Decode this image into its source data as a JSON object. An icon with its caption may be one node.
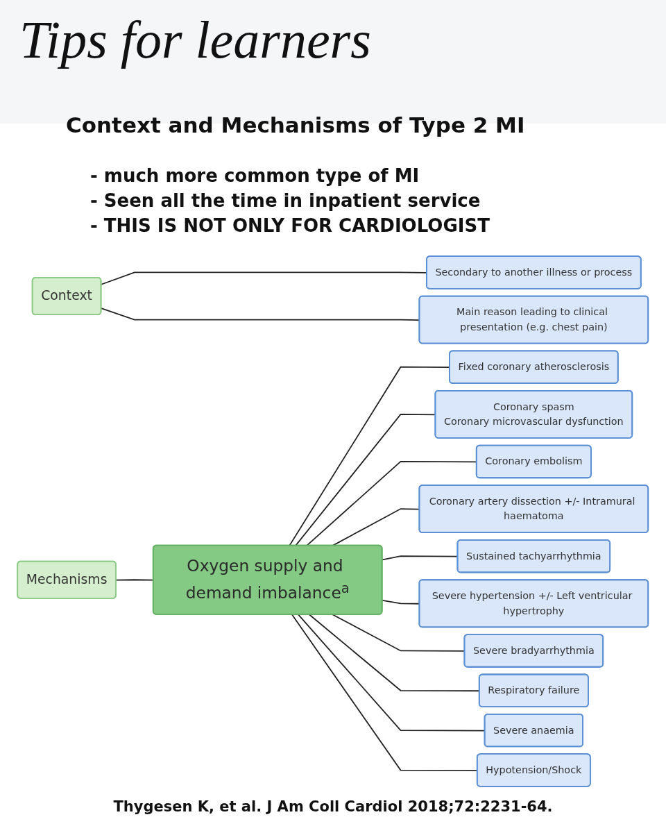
{
  "diagram": {
    "title": "Context and Mechanisms of Type 2 MI",
    "nodes": [
      {
        "text": [
          "Context"
        ]
      },
      {
        "text": [
          "Secondary to another illness or process"
        ]
      },
      {
        "text": [
          "Main reason leading to clinical presentation (e.g. chest pain)"
        ]
      },
      {
        "text": [
          "Mechanisms"
        ]
      },
      {
        "text": [
          "Oxygen supply and demand imbalance$^{a}$"
        ]
      },
      {
        "text": [
          "Fixed coronary atherosclerosis"
        ]
      },
      {
        "text": [
          "Coronary spasm",
          "Coronary microvascular dysfunction"
        ]
      },
      {
        "text": [
          "Coronary embolism"
        ]
      },
      {
        "text": [
          "Coronary artery dissection +/- Intramural haematoma"
        ]
      },
      {
        "text": [
          "Sustained tachyarrhythmia"
        ]
      },
      {
        "text": [
          "Severe hypertension +/- Left ventricular hypertrophy"
        ]
      },
      {
        "text": [
          "Severe bradyarrhythmia"
        ]
      },
      {
        "text": [
          "Respiratory failure"
        ]
      },
      {
        "text": [
          "Severe anaemia"
        ]
      },
      {
        "text": [
          "Hypotension/Shock"
        ]
      }
    ],
    "edges": [
      {
        "from": 0,
        "to": 1,
        "arrow": "none"
      },
      {
        "from": 0,
        "to": 2,
        "arrow": "none"
      },
      {
        "from": 3,
        "to": 4,
        "arrow": "none"
      },
      {
        "from": 4,
        "to": 5,
        "arrow": "none"
      },
      {
        "from": 4,
        "to": 6,
        "arrow": "none"
      },
      {
        "from": 4,
        "to": 7,
        "arrow": "none"
      },
      {
        "from": 4,
        "to": 8,
        "arrow": "none"
      },
      {
        "from": 4,
        "to": 9,
        "arrow": "none"
      },
      {
        "from": 4,
        "to": 10,
        "arrow": "none"
      },
      {
        "from": 4,
        "to": 11,
        "arrow": "none"
      },
      {
        "from": 4,
        "to": 12,
        "arrow": "none"
      },
      {
        "from": 4,
        "to": 13,
        "arrow": "none"
      },
      {
        "from": 4,
        "to": 14,
        "arrow": "none"
      }
    ],
    "labels": [
      "Tips for learners",
      "- much more common type of MI",
      "- Seen all the time in inpatient service",
      "- THIS IS NOT ONLY FOR CARDIOLOGIST"
    ],
    "caption": "Thygesen K, et al. J Am Coll Cardiol 2018;72:2231-64."
  }
}
